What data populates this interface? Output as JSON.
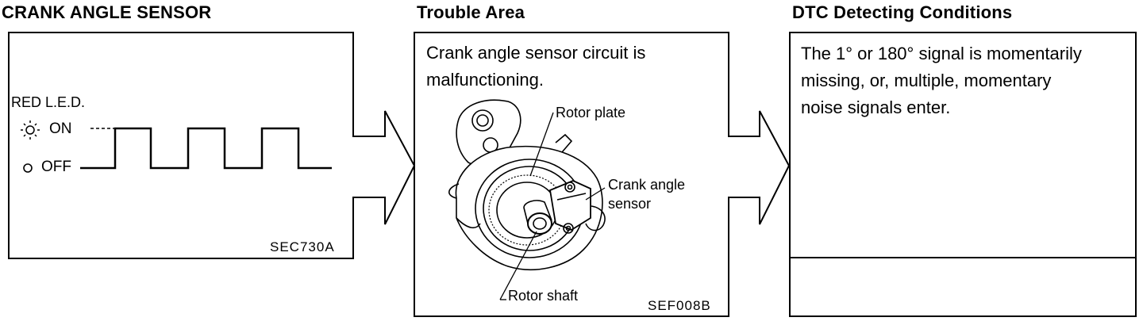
{
  "panels": {
    "sensor": {
      "heading": "CRANK ANGLE SENSOR",
      "led_label": "RED L.E.D.",
      "on_label": "ON",
      "off_label": "OFF",
      "code": "SEC730A"
    },
    "trouble": {
      "heading": "Trouble Area",
      "text_line1": "Crank angle sensor circuit is",
      "text_line2": "malfunctioning.",
      "label_rotor_plate": "Rotor plate",
      "label_sensor_line1": "Crank angle",
      "label_sensor_line2": "sensor",
      "label_rotor_shaft": "Rotor shaft",
      "code": "SEF008B"
    },
    "dtc": {
      "heading": "DTC Detecting Conditions",
      "line1": "The 1° or 180° signal is momentarily",
      "line2": "missing, or, multiple, momentary",
      "line3": "noise signals enter."
    }
  }
}
